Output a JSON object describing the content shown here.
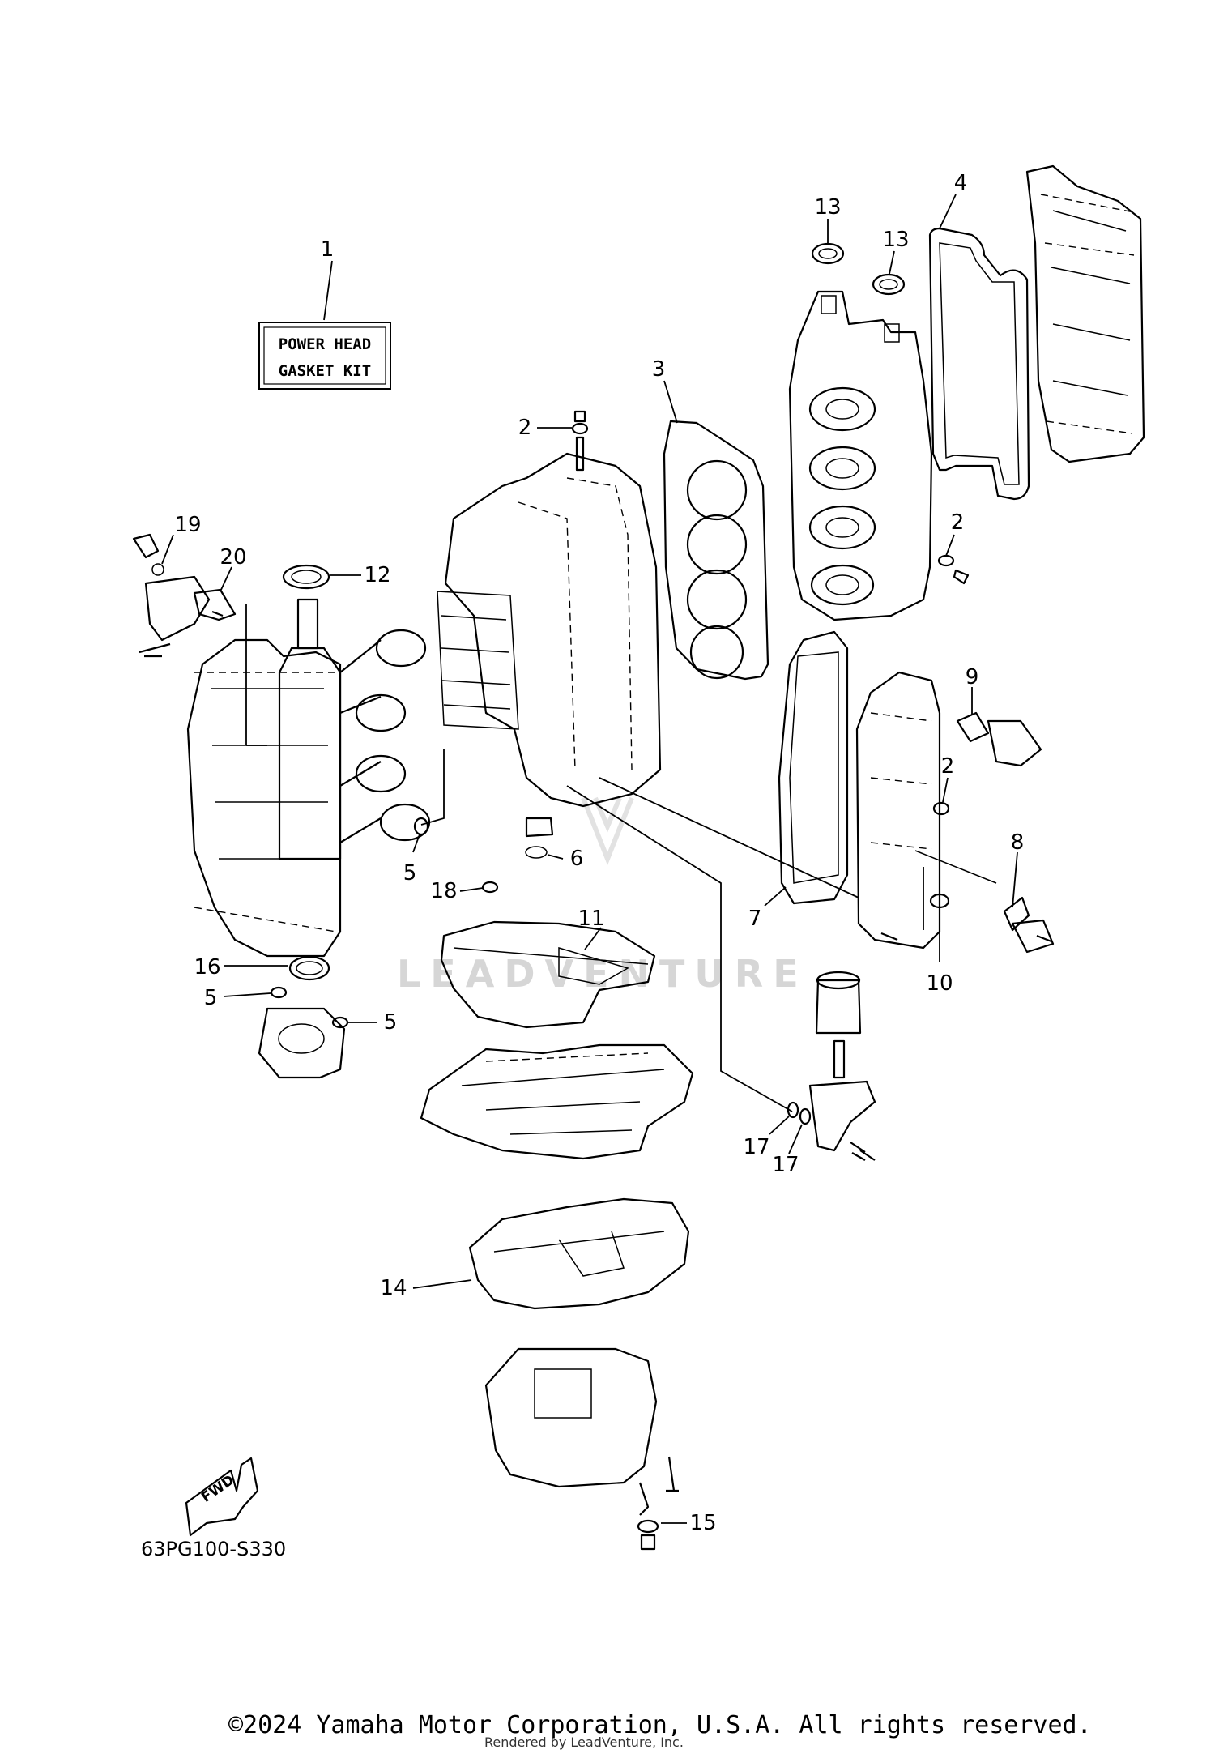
{
  "kit_label": {
    "line1": "POWER HEAD",
    "line2": "GASKET KIT"
  },
  "diagram_code": "63PG100-S330",
  "fwd_label": "FWD",
  "watermark": "LEADVENTURE",
  "copyright": "©2024 Yamaha Motor Corporation, U.S.A. All rights reserved.",
  "rendered_by": "Rendered by LeadVenture, Inc.",
  "callouts": {
    "c1": "1",
    "c2a": "2",
    "c2b": "2",
    "c2c": "2",
    "c3": "3",
    "c4": "4",
    "c5a": "5",
    "c5b": "5",
    "c5c": "5",
    "c6": "6",
    "c7": "7",
    "c8": "8",
    "c9": "9",
    "c10": "10",
    "c11": "11",
    "c12": "12",
    "c13a": "13",
    "c13b": "13",
    "c14": "14",
    "c15": "15",
    "c16": "16",
    "c17a": "17",
    "c17b": "17",
    "c18": "18",
    "c19": "19",
    "c20": "20"
  }
}
